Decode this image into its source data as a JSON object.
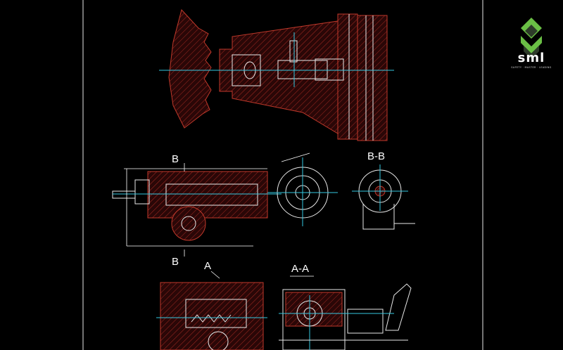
{
  "drawing": {
    "labels": {
      "section_b_top": "B",
      "section_b_bottom": "B",
      "section_bb": "B-B",
      "section_a": "A",
      "section_aa": "A-A"
    }
  },
  "logo": {
    "brand": "sml",
    "tagline": "SAFETY · MASTER · LEADING"
  },
  "colors": {
    "background": "#000000",
    "outline": "#c0392b",
    "centerline": "#35c8e0",
    "dimension": "#ffffff",
    "logo_green": "#6abf45",
    "logo_dark": "#2e3b2a"
  }
}
